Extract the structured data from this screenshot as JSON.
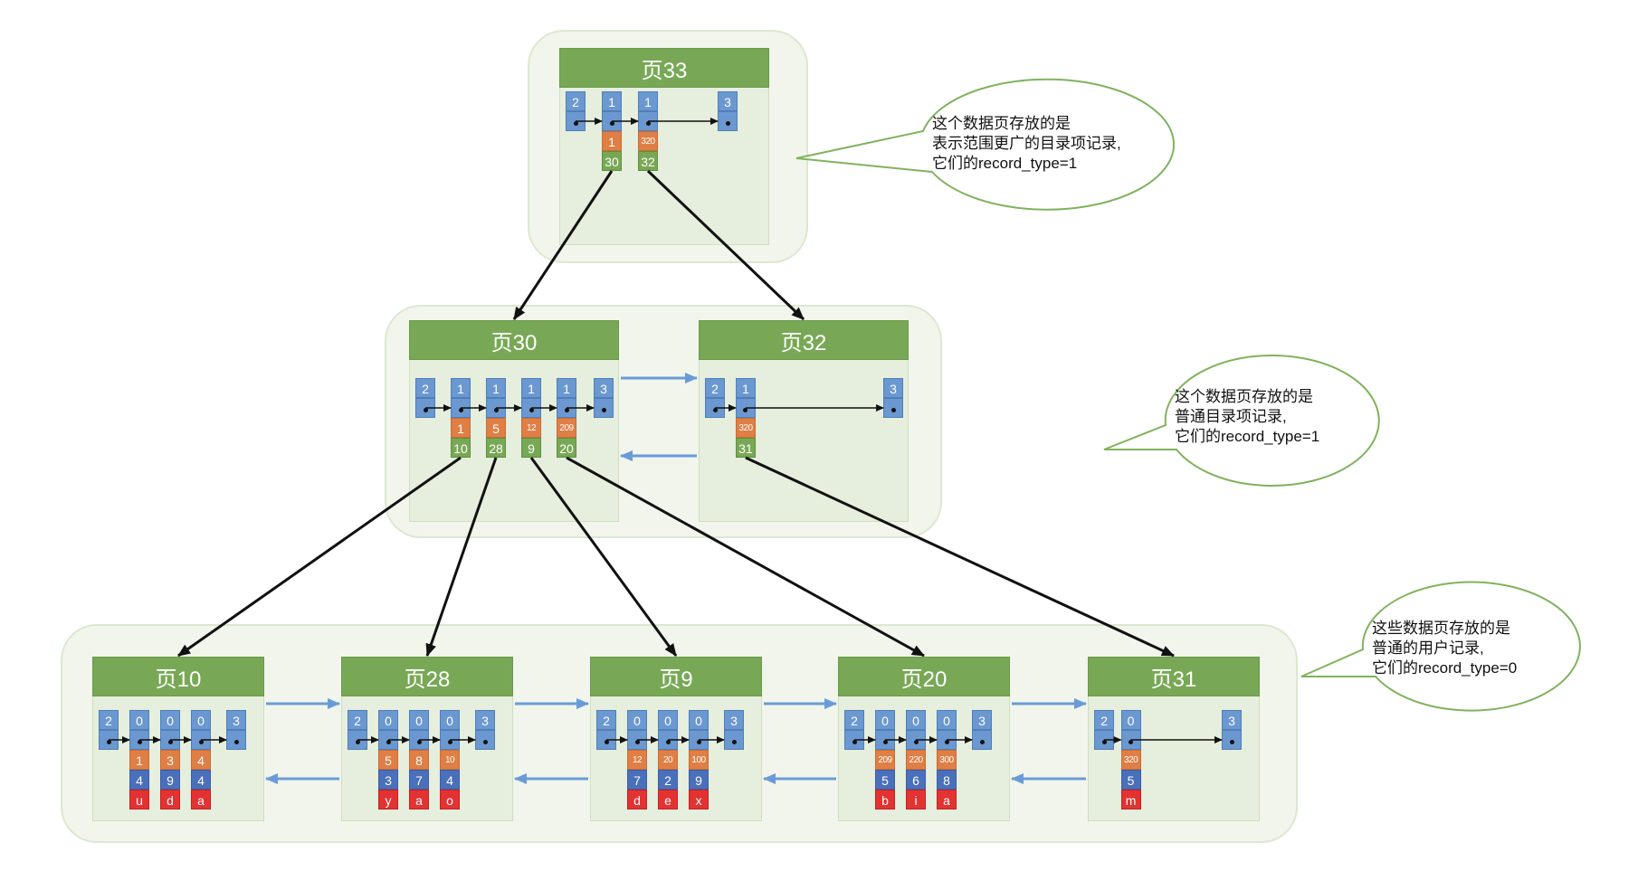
{
  "diagram": {
    "title": "InnoDB B+ tree index pages",
    "colors": {
      "header_green": "#78a855",
      "container_bg": "#f1f5ec",
      "page_body_bg": "#e6eedd",
      "record_header_blue": "#6b98d0",
      "key_orange": "#df7f45",
      "page_no_green": "#78a855",
      "user_col_navy": "#4a6fbb",
      "user_col_red": "#e23232",
      "sibling_arrow_blue": "#6a9bd8",
      "pointer_arrow_black": "#111111",
      "bubble_outline": "#7fb35d"
    },
    "levels": [
      {
        "id": "root",
        "pages": [
          {
            "name": "页33",
            "infimum": "2",
            "supremum": "3",
            "records": [
              {
                "type": "1",
                "key": "1",
                "child": "30"
              },
              {
                "type": "1",
                "key": "320",
                "child": "32"
              }
            ]
          }
        ],
        "note": [
          "这个数据页存放的是",
          "表示范围更广的目录项记录,",
          "它们的record_type=1"
        ]
      },
      {
        "id": "inner",
        "pages": [
          {
            "name": "页30",
            "infimum": "2",
            "supremum": "3",
            "records": [
              {
                "type": "1",
                "key": "1",
                "child": "10"
              },
              {
                "type": "1",
                "key": "5",
                "child": "28"
              },
              {
                "type": "1",
                "key": "12",
                "child": "9"
              },
              {
                "type": "1",
                "key": "209",
                "child": "20"
              }
            ]
          },
          {
            "name": "页32",
            "infimum": "2",
            "supremum": "3",
            "records": [
              {
                "type": "1",
                "key": "320",
                "child": "31"
              }
            ]
          }
        ],
        "note": [
          "这个数据页存放的是",
          "普通目录项记录,",
          "它们的record_type=1"
        ]
      },
      {
        "id": "leaf",
        "pages": [
          {
            "name": "页10",
            "infimum": "2",
            "supremum": "3",
            "records": [
              {
                "type": "0",
                "c1": "1",
                "c2": "4",
                "c3": "u"
              },
              {
                "type": "0",
                "c1": "3",
                "c2": "9",
                "c3": "d"
              },
              {
                "type": "0",
                "c1": "4",
                "c2": "4",
                "c3": "a"
              }
            ]
          },
          {
            "name": "页28",
            "infimum": "2",
            "supremum": "3",
            "records": [
              {
                "type": "0",
                "c1": "5",
                "c2": "3",
                "c3": "y"
              },
              {
                "type": "0",
                "c1": "8",
                "c2": "7",
                "c3": "a"
              },
              {
                "type": "0",
                "c1": "10",
                "c2": "4",
                "c3": "o"
              }
            ]
          },
          {
            "name": "页9",
            "infimum": "2",
            "supremum": "3",
            "records": [
              {
                "type": "0",
                "c1": "12",
                "c2": "7",
                "c3": "d"
              },
              {
                "type": "0",
                "c1": "20",
                "c2": "2",
                "c3": "e"
              },
              {
                "type": "0",
                "c1": "100",
                "c2": "9",
                "c3": "x"
              }
            ]
          },
          {
            "name": "页20",
            "infimum": "2",
            "supremum": "3",
            "records": [
              {
                "type": "0",
                "c1": "209",
                "c2": "5",
                "c3": "b"
              },
              {
                "type": "0",
                "c1": "220",
                "c2": "6",
                "c3": "i"
              },
              {
                "type": "0",
                "c1": "300",
                "c2": "8",
                "c3": "a"
              }
            ]
          },
          {
            "name": "页31",
            "infimum": "2",
            "supremum": "3",
            "records": [
              {
                "type": "0",
                "c1": "320",
                "c2": "5",
                "c3": "m"
              }
            ]
          }
        ],
        "note": [
          "这些数据页存放的是",
          "普通的用户记录,",
          "它们的record_type=0"
        ]
      }
    ],
    "edges": [
      {
        "from": "页33",
        "record": 0,
        "to": "页30"
      },
      {
        "from": "页33",
        "record": 1,
        "to": "页32"
      },
      {
        "from": "页30",
        "record": 0,
        "to": "页10"
      },
      {
        "from": "页30",
        "record": 1,
        "to": "页28"
      },
      {
        "from": "页30",
        "record": 2,
        "to": "页9"
      },
      {
        "from": "页30",
        "record": 3,
        "to": "页20"
      },
      {
        "from": "页32",
        "record": 0,
        "to": "页31"
      }
    ]
  }
}
